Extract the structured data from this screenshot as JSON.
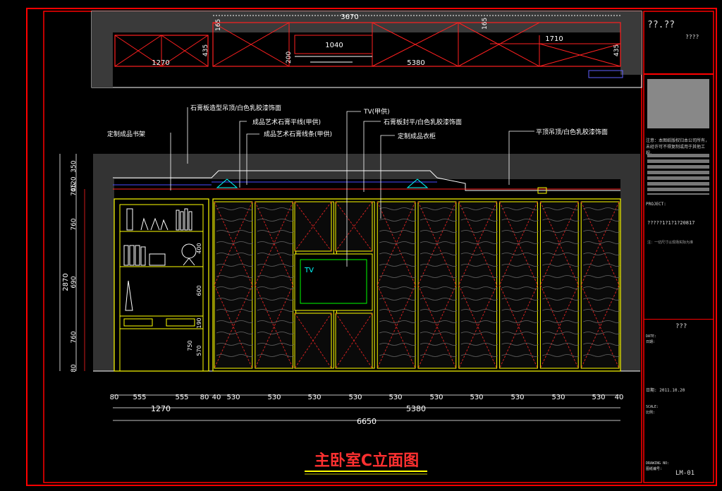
{
  "drawing": {
    "title": "主卧室C立面图",
    "top_plan": {
      "dims_top": "3670",
      "dims_left": [
        "165",
        "435"
      ],
      "dims_mid": [
        "1040",
        "200"
      ],
      "dims_bottom_left": "1270",
      "dims_bottom_right": "5380",
      "dims_right": [
        "165",
        "1710",
        "435"
      ]
    },
    "annotations": [
      "石膏板造型吊顶/白色乳胶漆饰面",
      "成品艺术石膏平线(甲供)",
      "成品艺术石膏线条(甲供)",
      "定制成品书架",
      "TV(甲供)",
      "石膏板封平/白色乳胶漆饰面",
      "定制成品衣柜",
      "平顶吊顶/白色乳胶漆饰面"
    ],
    "tv_label": "TV",
    "left_dims": [
      "350",
      "120",
      "45",
      "70",
      "760",
      "690",
      "760",
      "80"
    ],
    "left_total": "2870",
    "shelf_dims": [
      "400",
      "600",
      "190",
      "750",
      "570"
    ],
    "bottom_dims_row1": [
      "80",
      "555",
      "555",
      "80",
      "40",
      "530",
      "530",
      "530",
      "530",
      "530",
      "530",
      "530",
      "530",
      "530",
      "530",
      "40"
    ],
    "bottom_dims_row2": [
      "1270",
      "5380"
    ],
    "bottom_total": "6650"
  },
  "title_block": {
    "company": "??.??",
    "company_sub": "????",
    "note": "注意：本图纸版权归本公司所有，未经许可不得复制或用于其他工程。",
    "project_label": "PROJECT:",
    "project_code": "?????1?1?1?20817",
    "project_note": "注：一切尺寸以现场实际为准",
    "designer": "???",
    "date_label": "DATE:",
    "date_sub": "日期:",
    "date_value": "日期: 2011.10.20",
    "scale_label": "SCALE:",
    "scale_sub": "比例:",
    "drawing_no_label": "DRAWING NO:",
    "drawing_no_sub": "图纸编号:",
    "drawing_no": "LM-01"
  },
  "colors": {
    "frame": "#ff0000",
    "dim": "#ff2020",
    "yellow": "#ffff00",
    "cyan": "#00ffff",
    "white": "#ffffff",
    "gray": "#9a9a9a"
  }
}
